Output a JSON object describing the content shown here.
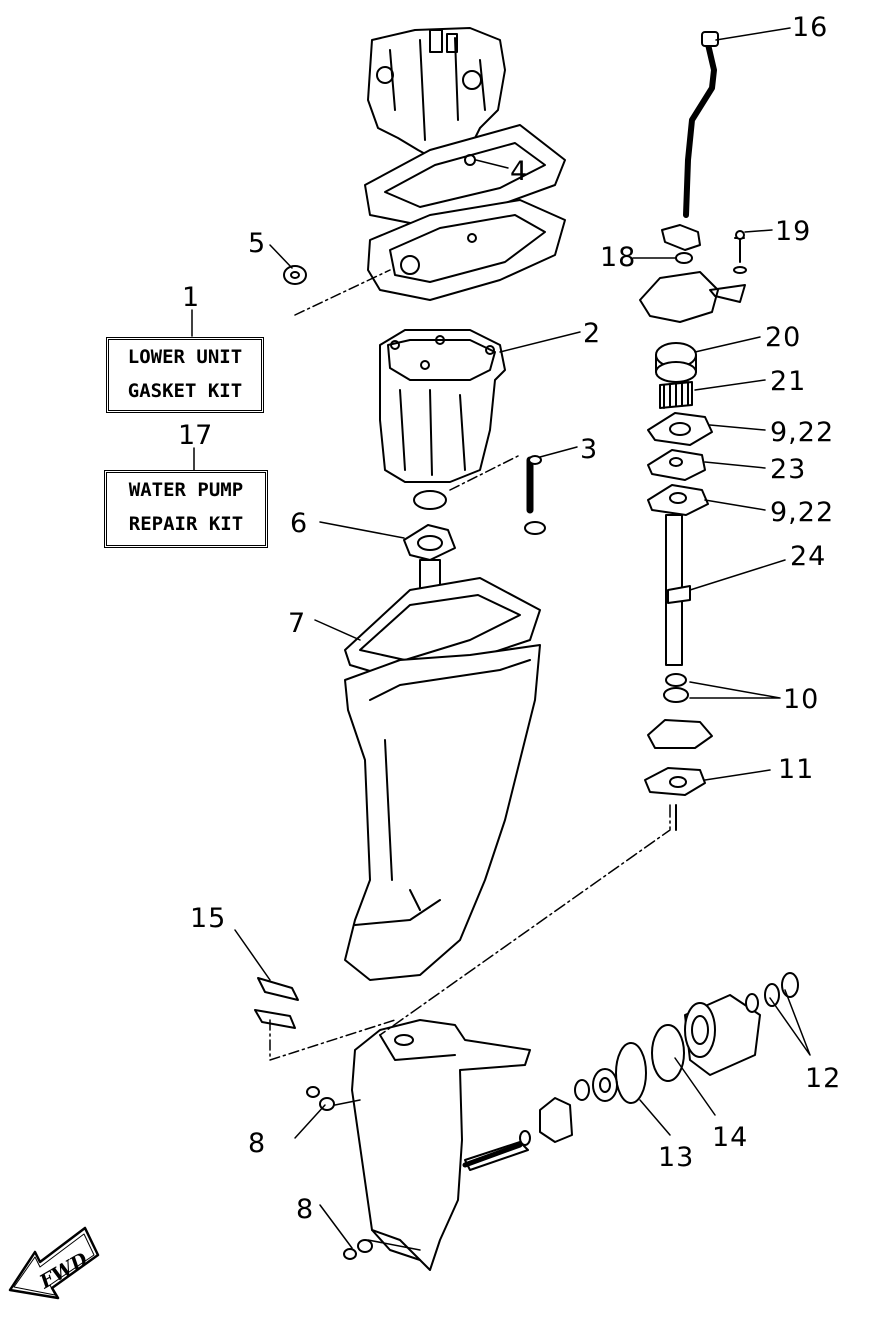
{
  "callouts": {
    "c2": "2",
    "c3": "3",
    "c4": "4",
    "c5": "5",
    "c6": "6",
    "c7": "7",
    "c8a": "8",
    "c8b": "8",
    "c9_22a": "9,22",
    "c9_22b": "9,22",
    "c10": "10",
    "c11": "11",
    "c12": "12",
    "c13": "13",
    "c14": "14",
    "c15": "15",
    "c16": "16",
    "c18": "18",
    "c19": "19",
    "c20": "20",
    "c21": "21",
    "c23": "23",
    "c24": "24"
  },
  "kits": {
    "lower_unit": {
      "number": "1",
      "line1": "LOWER UNIT",
      "line2": "GASKET KIT"
    },
    "water_pump": {
      "number": "17",
      "line1": "WATER PUMP",
      "line2": "REPAIR KIT"
    }
  },
  "fwd_label": "FWD"
}
